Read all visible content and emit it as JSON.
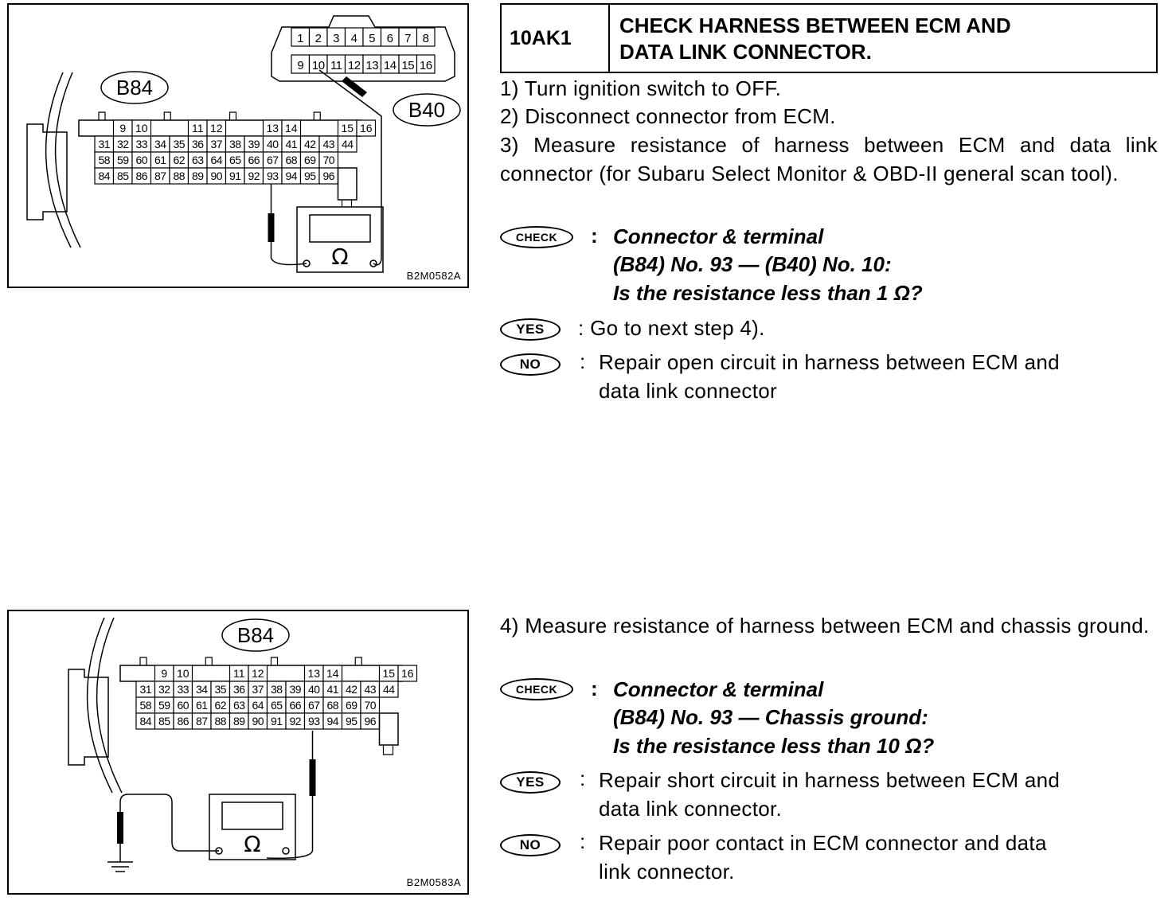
{
  "step": {
    "code": "10AK1",
    "title_line1": "CHECK HARNESS BETWEEN ECM AND",
    "title_line2": "DATA LINK CONNECTOR."
  },
  "figure1": {
    "code": "B2M0582A",
    "ecm_connector": "B84",
    "dlc_connector": "B40",
    "meter_symbol": "Ω",
    "dlc_row1": [
      "1",
      "2",
      "3",
      "4",
      "5",
      "6",
      "7",
      "8"
    ],
    "dlc_row2": [
      "9",
      "10",
      "11",
      "12",
      "13",
      "14",
      "15",
      "16"
    ]
  },
  "figure2": {
    "code": "B2M0583A",
    "ecm_connector": "B84",
    "meter_symbol": "Ω"
  },
  "ecm_pins": {
    "top": [
      "9",
      "10",
      "11",
      "12",
      "13",
      "14",
      "15",
      "16"
    ],
    "row1": [
      "31",
      "32",
      "33",
      "34",
      "35",
      "36",
      "37",
      "38",
      "39",
      "40",
      "41",
      "42",
      "43",
      "44"
    ],
    "row2": [
      "58",
      "59",
      "60",
      "61",
      "62",
      "63",
      "64",
      "65",
      "66",
      "67",
      "68",
      "69",
      "70"
    ],
    "row3": [
      "84",
      "85",
      "86",
      "87",
      "88",
      "89",
      "90",
      "91",
      "92",
      "93",
      "94",
      "95",
      "96"
    ]
  },
  "steps_part1": {
    "s1": "1)  Turn ignition switch to OFF.",
    "s2": "2)  Disconnect connector from ECM.",
    "s3": "3)  Measure resistance of harness between ECM and data link connector (for Subaru Select Monitor & OBD-II general scan tool).",
    "check_badge": "CHECK",
    "check_line1": "Connector & terminal",
    "check_line2": "(B84) No. 93 — (B40) No. 10:",
    "check_line3": "Is the resistance less than 1 Ω?",
    "yes_badge": "YES",
    "yes_text": "Go to next step 4).",
    "no_badge": "NO",
    "no_line1": "Repair open circuit in harness between ECM and",
    "no_line2": "data link connector"
  },
  "steps_part2": {
    "s4": "4) Measure resistance of harness between ECM and chassis ground.",
    "check_badge": "CHECK",
    "check_line1": "Connector & terminal",
    "check_line2": "(B84) No. 93 — Chassis ground:",
    "check_line3": "Is the resistance less than 10 Ω?",
    "yes_badge": "YES",
    "yes_line1": "Repair short circuit in harness between ECM and",
    "yes_line2": "data link connector.",
    "no_badge": "NO",
    "no_line1": "Repair poor contact in ECM connector and data",
    "no_line2": "link connector."
  }
}
